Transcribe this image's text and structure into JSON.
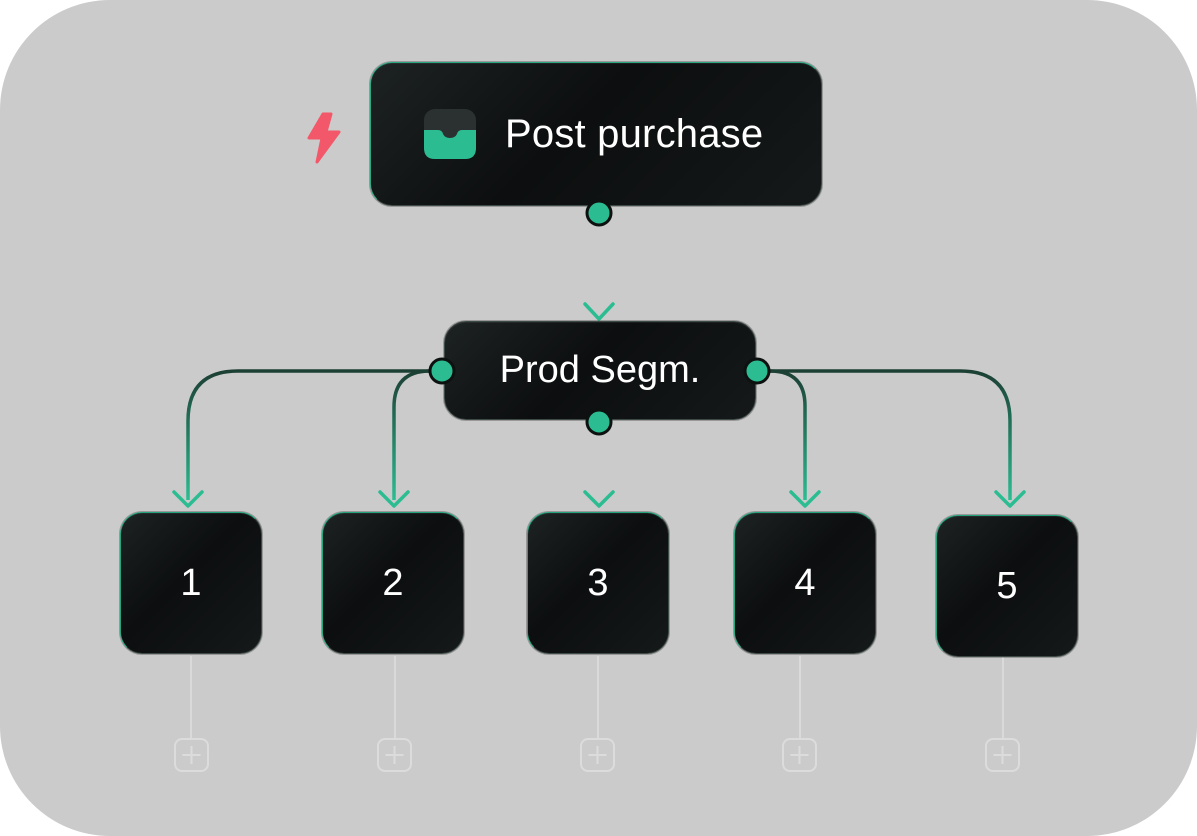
{
  "colors": {
    "canvas": "#cbcbcb",
    "node_fill": "#0e1111",
    "accent_green": "#2bbd91",
    "wire_dark": "#1f4a3c",
    "wire_light": "#2bbd91",
    "bolt": "#f3576a",
    "add_button": "#d9d9d9"
  },
  "trigger": {
    "label": "Post purchase",
    "icon": "inbox-icon",
    "badge_icon": "lightning-bolt-icon"
  },
  "segment": {
    "label": "Prod Segm."
  },
  "branches": [
    {
      "label": "1"
    },
    {
      "label": "2"
    },
    {
      "label": "3"
    },
    {
      "label": "4"
    },
    {
      "label": "5"
    }
  ],
  "add_step_icon": "plus-square-icon"
}
